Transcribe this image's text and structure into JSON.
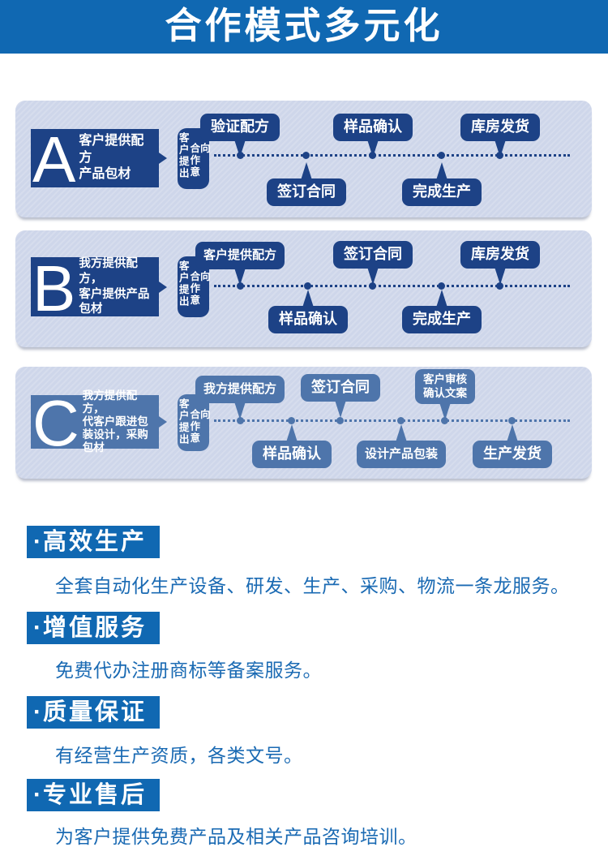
{
  "header": {
    "title": "合作模式多元化"
  },
  "colors": {
    "header_blue": "#1068b2",
    "navy": "#1d4286",
    "steel_blue": "#4e75ab",
    "panel_bg": "#ced6ea",
    "body_text_blue": "#1a6ab3",
    "white": "#ffffff"
  },
  "models": [
    {
      "letter": "A",
      "desc_lines": [
        "客户提供配方",
        "产品包材"
      ],
      "intent": {
        "left": "客户提出",
        "right": "合作意向"
      },
      "steps": [
        {
          "label": "验证配方"
        },
        {
          "label": "签订合同"
        },
        {
          "label": "样品确认"
        },
        {
          "label": "完成生产"
        },
        {
          "label": "库房发货"
        }
      ]
    },
    {
      "letter": "B",
      "desc_lines": [
        "我方提供配方，",
        "客户提供产品",
        "包材"
      ],
      "intent": {
        "left": "客户提出",
        "right": "合作意向"
      },
      "steps": [
        {
          "label": "客户提供配方"
        },
        {
          "label": "样品确认"
        },
        {
          "label": "签订合同"
        },
        {
          "label": "完成生产"
        },
        {
          "label": "库房发货"
        }
      ]
    },
    {
      "letter": "C",
      "desc_lines": [
        "我方提供配方，",
        "代客户跟进包",
        "装设计，采购",
        "包材"
      ],
      "intent": {
        "left": "客户提出",
        "right": "合作意向"
      },
      "steps": [
        {
          "label": "我方提供配方"
        },
        {
          "label": "样品确认"
        },
        {
          "label": "签订合同"
        },
        {
          "label": "设计产品包装"
        },
        {
          "lines": [
            "客户审核",
            "确认文案"
          ]
        },
        {
          "label": "生产发货"
        }
      ]
    }
  ],
  "features": [
    {
      "bullet": "·",
      "title": "高效生产",
      "body": "全套自动化生产设备、研发、生产、采购、物流一条龙服务。"
    },
    {
      "bullet": "·",
      "title": "增值服务",
      "body": "免费代办注册商标等备案服务。"
    },
    {
      "bullet": "·",
      "title": "质量保证",
      "body": "有经营生产资质，各类文号。"
    },
    {
      "bullet": "·",
      "title": "专业售后",
      "body": "为客户提供免费产品及相关产品咨询培训。"
    }
  ]
}
